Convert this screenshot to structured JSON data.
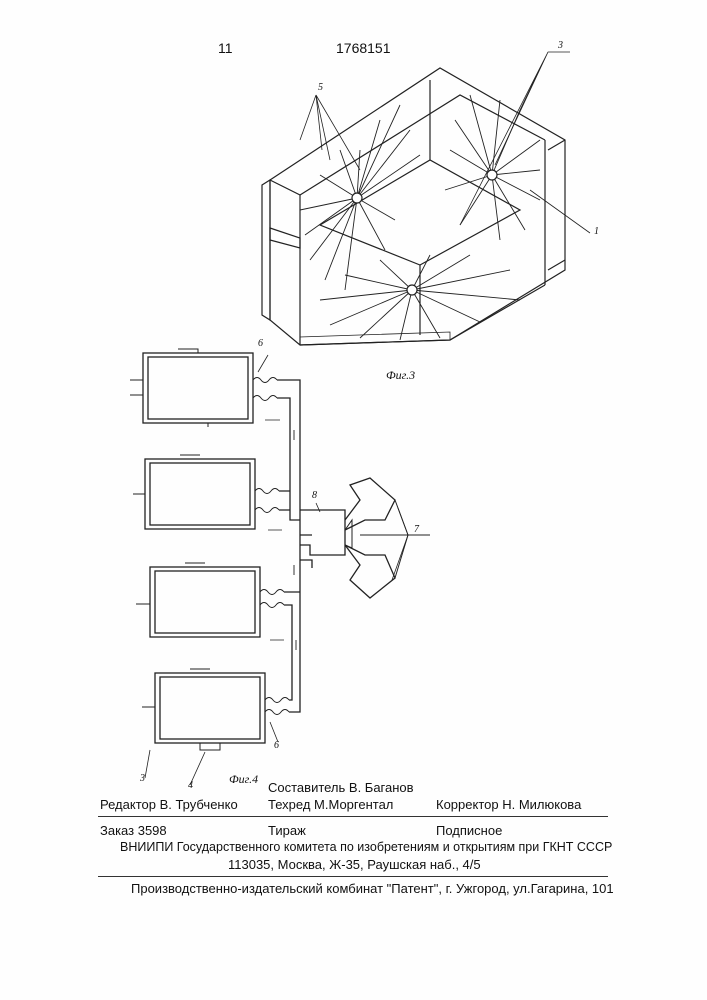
{
  "header": {
    "page_number": "11",
    "patent_number": "1768151"
  },
  "figure3": {
    "caption": "Фиг.3",
    "labels": [
      "5",
      "3",
      "1"
    ]
  },
  "figure4": {
    "caption": "Фиг.4",
    "labels": [
      "6",
      "8",
      "7",
      "6",
      "3",
      "4"
    ]
  },
  "credits": {
    "compiler": "Составитель В. Баганов",
    "editor": "Редактор В. Трубченко",
    "techred": "Техред М.Моргентал",
    "corrector": "Корректор Н. Милюкова"
  },
  "order": {
    "order_no": "Заказ 3598",
    "circulation": "Тираж",
    "subscription": "Подписное",
    "institute": "ВНИИПИ Государственного комитета по изобретениям и открытиям при ГКНТ СССР",
    "address": "113035, Москва, Ж-35, Раушская наб., 4/5"
  },
  "publisher": "Производственно-издательский комбинат \"Патент\", г. Ужгород, ул.Гагарина, 101"
}
